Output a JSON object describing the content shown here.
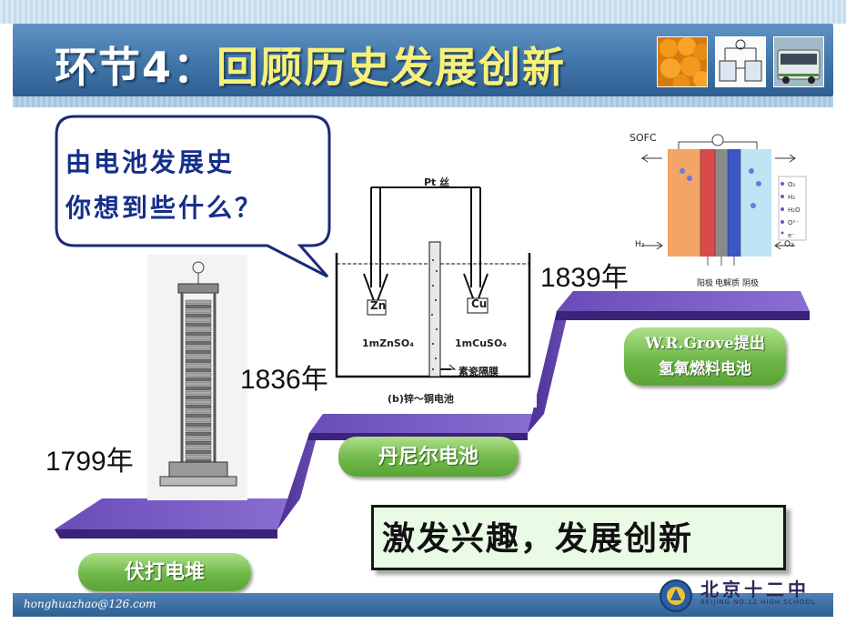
{
  "header": {
    "title_part1": "环节4：",
    "title_part2": "回顾历史发展创新",
    "thumbnails": [
      "oranges-photo",
      "battery-apparatus-diagram",
      "bus-photo"
    ]
  },
  "bubble": {
    "line1": "由电池发展史",
    "line2": "你想到些什么？"
  },
  "timeline": [
    {
      "year": "1799年",
      "label": "伏打电堆"
    },
    {
      "year": "1836年",
      "label": "丹尼尔电池"
    },
    {
      "year": "1839年",
      "label_line1": "W.R.Grove提出",
      "label_line2": "氢氧燃料电池"
    }
  ],
  "daniell_diagram": {
    "wire_label": "Pt 丝",
    "electrode_left": "Zn",
    "electrode_right": "Cu",
    "solution_left": "1mZnSO₄",
    "solution_right": "1mCuSO₄",
    "membrane_label": "素瓷隔膜",
    "caption": "(b)锌～铜电池"
  },
  "sofc_diagram": {
    "title": "SOFC",
    "label_anode": "阳极",
    "label_electrolyte": "电解质",
    "label_cathode": "阴极",
    "h2": "H₂",
    "o2": "O₂",
    "legend": [
      "O₂",
      "H₂",
      "H₂O",
      "O²⁻",
      "e⁻"
    ]
  },
  "slogan": "激发兴趣，发展创新",
  "footer": {
    "email": "honghuazhao@126.com",
    "school_name": "北京十二中",
    "school_english": "BEIJING NO.12 HIGH SCHOOL"
  },
  "colors": {
    "header_blue": "#3f73a6",
    "step_purple": "#5b3aa8",
    "pill_green": "#6fb848",
    "bubble_text": "#142f8a",
    "slogan_bg": "#e9fbe5"
  }
}
